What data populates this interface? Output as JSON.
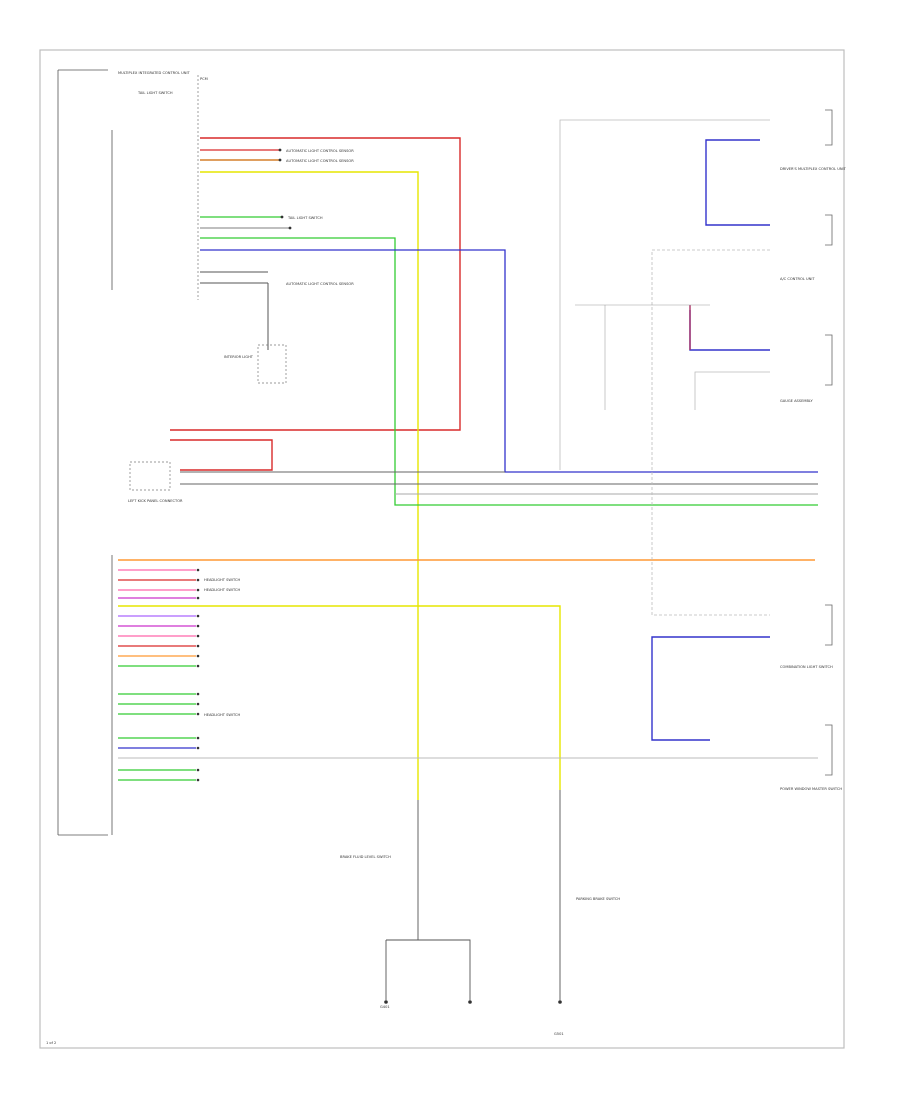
{
  "diagram": {
    "colors": {
      "red": "#d92a2a",
      "yellow": "#e6e600",
      "green": "#33cc33",
      "blue": "#3333cc",
      "orange": "#ff9933",
      "pink": "#ff66aa",
      "magenta": "#cc33cc",
      "purple": "#aa66ff",
      "grey": "#888888",
      "black": "#222222"
    },
    "labels": {
      "mirvs_unit": "MULTIPLEX INTEGRATED CONTROL UNIT",
      "connector_left": "LEFT KICK PANEL CONNECTOR",
      "module_right_top": "DRIVER'S MULTIPLEX CONTROL UNIT",
      "module_right_mid": "A/C CONTROL UNIT",
      "module_right_low": "GAUGE ASSEMBLY",
      "module_right_bottom": "POWER WINDOW MASTER SWITCH",
      "module_right_combo": "COMBINATION LIGHT SWITCH",
      "tail_light": "TAIL LIGHT SWITCH",
      "headlight_switch": "HEADLIGHT SWITCH",
      "auto_light_sensor": "AUTOMATIC LIGHT CONTROL SENSOR",
      "interior_light": "INTERIOR LIGHT",
      "brake_fluid": "BRAKE FLUID LEVEL SWITCH",
      "parking_brake": "PARKING BRAKE SWITCH",
      "gnd_left": "G401",
      "gnd_right": "G501",
      "page_tag": "1 of 2"
    }
  }
}
